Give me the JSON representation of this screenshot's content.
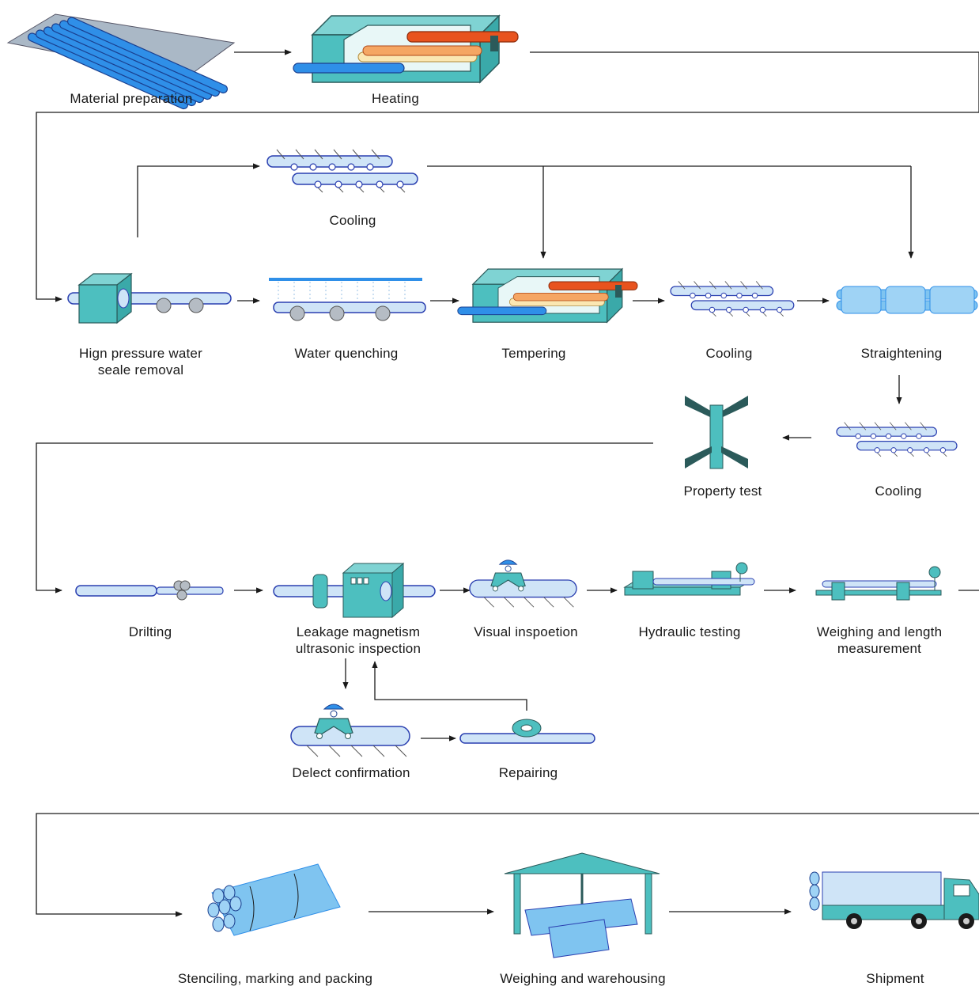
{
  "colors": {
    "pipe_fill": "#cfe4f7",
    "pipe_stroke": "#2a3fb0",
    "pipe_blue": "#2f8fe8",
    "teal": "#4dbfbf",
    "teal_dark": "#2b5a5a",
    "hot_red": "#e8531e",
    "hot_orange": "#f5a663",
    "hot_cream": "#fbe7b2",
    "line": "#1a1a1a"
  },
  "steps": {
    "material_preparation": "Material preparation",
    "heating": "Heating",
    "cooling_top": "Cooling",
    "descaling_line1": "Hign pressure water",
    "descaling_line2": "seale removal",
    "water_quenching": "Water quenching",
    "tempering": "Tempering",
    "cooling_mid": "Cooling",
    "straightening": "Straightening",
    "property_test": "Property test",
    "cooling_right": "Cooling",
    "drilting": "Drilting",
    "leakage_line1": "Leakage magnetism",
    "leakage_line2": "ultrasonic inspection",
    "visual_inspection": "Visual inspoetion",
    "hydraulic_testing": "Hydraulic testing",
    "weighing_line1": "Weighing and length",
    "weighing_line2": "measurement",
    "defect_confirmation": "Delect confirmation",
    "repairing": "Repairing",
    "stenciling": "Stenciling, marking and packing",
    "warehousing": "Weighing and warehousing",
    "shipment": "Shipment"
  },
  "icons": {
    "material": "pipe-stack-icon",
    "heating": "furnace-icon",
    "cooling": "cooling-bed-icon",
    "descaling": "descaler-icon",
    "quench": "quench-spray-icon",
    "straightening": "straightener-icon",
    "property": "tensile-test-icon",
    "drilling": "drill-icon",
    "leakage": "inspection-machine-icon",
    "visual": "inspector-icon",
    "hydraulic": "hydraulic-tester-icon",
    "weighing": "scale-icon",
    "defect": "inspector-icon",
    "repair": "grinder-icon",
    "bundle": "pipe-bundle-icon",
    "warehouse": "warehouse-icon",
    "truck": "truck-icon"
  }
}
